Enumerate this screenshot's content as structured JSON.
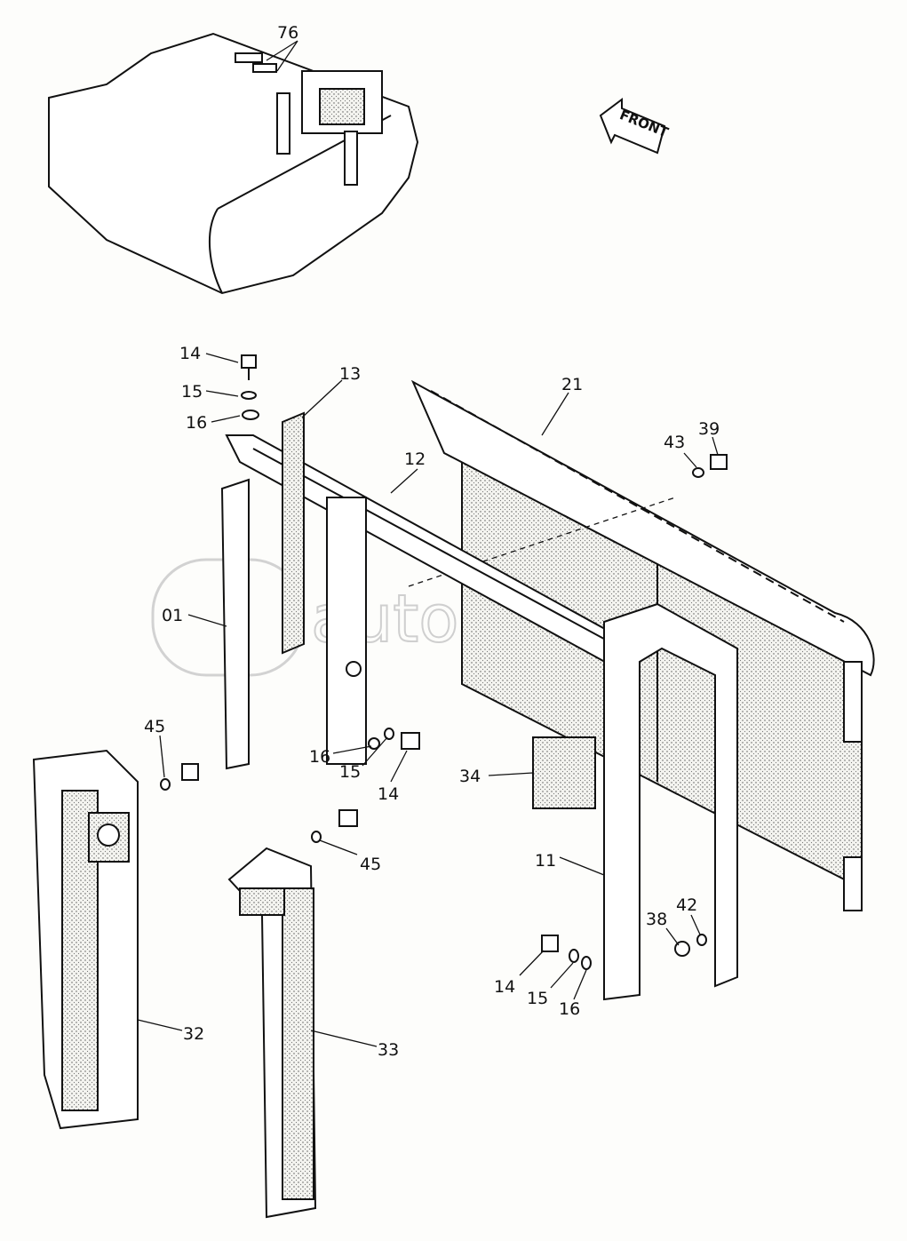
{
  "diagram": {
    "direction_label": "FRONT",
    "watermark": "autopiter.ru",
    "callouts": {
      "c76": "76",
      "c14a": "14",
      "c15a": "15",
      "c16a": "16",
      "c13": "13",
      "c12": "12",
      "c21": "21",
      "c43": "43",
      "c39": "39",
      "c01": "01",
      "c45a": "45",
      "c16b": "16",
      "c15b": "15",
      "c14b": "14",
      "c34": "34",
      "c11": "11",
      "c42": "42",
      "c38": "38",
      "c45b": "45",
      "c14c": "14",
      "c15c": "15",
      "c16c": "16",
      "c32": "32",
      "c33": "33"
    }
  }
}
